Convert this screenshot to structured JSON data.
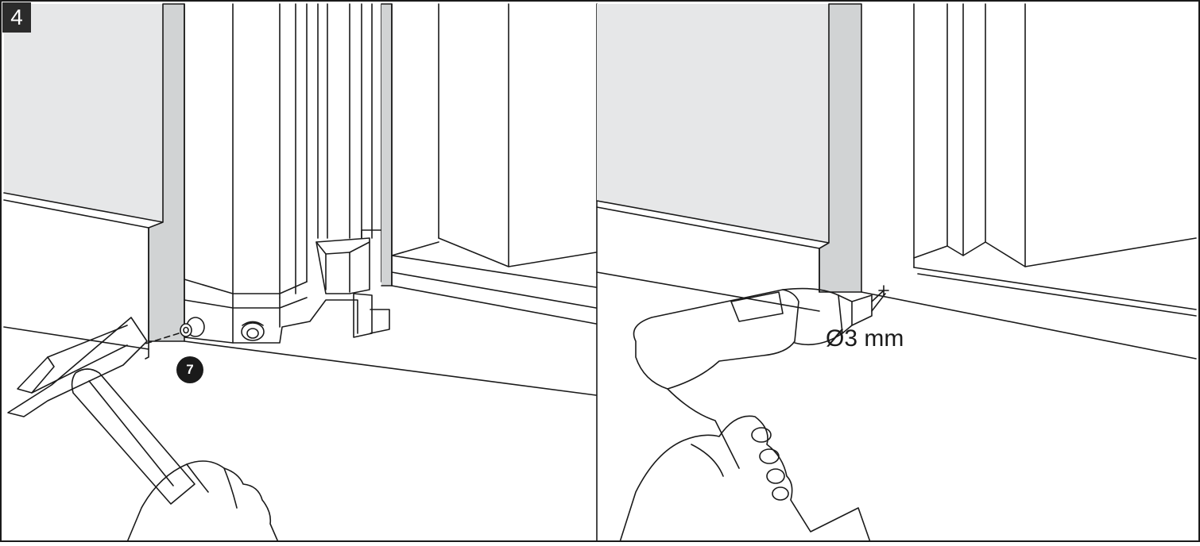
{
  "step": {
    "number": "4"
  },
  "left_panel": {
    "callout": {
      "number": "7",
      "part": "screw-cap-icon"
    }
  },
  "right_panel": {
    "drill_bit_label": "Ø3 mm"
  },
  "colors": {
    "wall": "#e6e7e8",
    "frame_jamb": "#d1d3d4",
    "line": "#1a1a1a",
    "background": "#ffffff",
    "badge": "#2b2b2b"
  }
}
